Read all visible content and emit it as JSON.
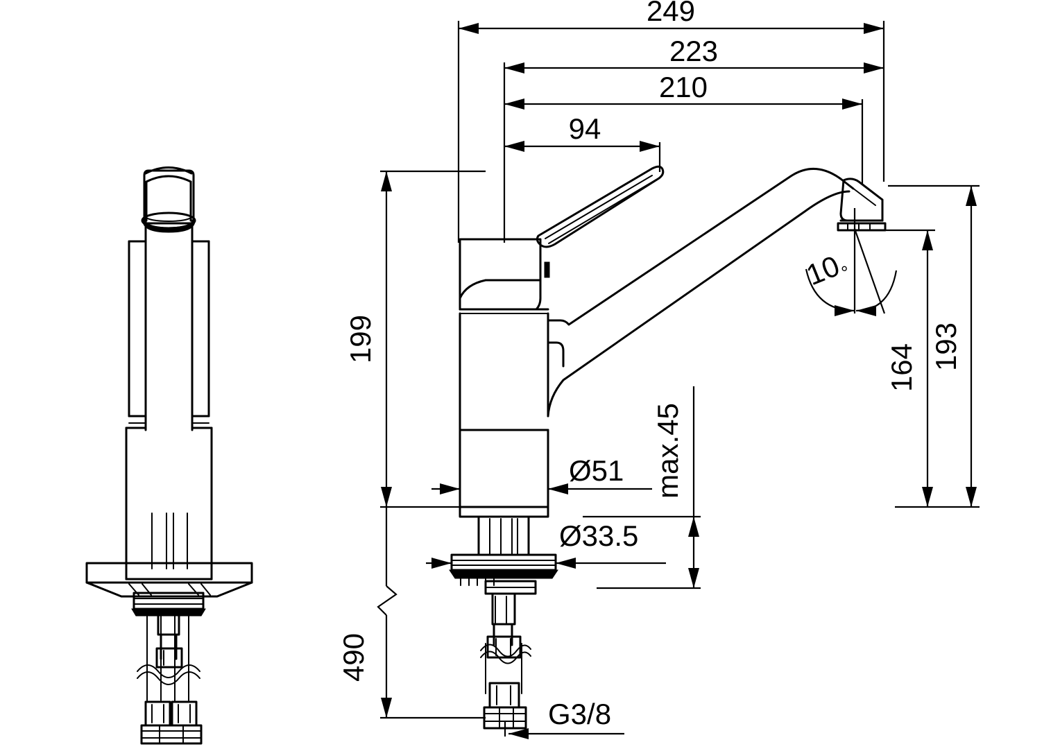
{
  "drawing": {
    "title": "Single-lever kitchen mixer tap dimensional drawing",
    "type": "technical-line-drawing",
    "units": "mm",
    "line_color": "#000000",
    "background_color": "#ffffff",
    "views": [
      {
        "name": "front-view",
        "position": "left"
      },
      {
        "name": "side-view",
        "position": "right"
      }
    ],
    "dimensions": {
      "horizontal": [
        {
          "id": "d249",
          "label": "249",
          "value": 249,
          "orientation": "horizontal"
        },
        {
          "id": "d223",
          "label": "223",
          "value": 223,
          "orientation": "horizontal"
        },
        {
          "id": "d210",
          "label": "210",
          "value": 210,
          "orientation": "horizontal"
        },
        {
          "id": "d94",
          "label": "94",
          "value": 94,
          "orientation": "horizontal"
        },
        {
          "id": "d51",
          "label": "Ø51",
          "value": 51,
          "orientation": "horizontal",
          "kind": "diameter"
        },
        {
          "id": "d335",
          "label": "Ø33.5",
          "value": 33.5,
          "orientation": "horizontal",
          "kind": "diameter"
        }
      ],
      "vertical": [
        {
          "id": "v199",
          "label": "199",
          "value": 199,
          "orientation": "vertical"
        },
        {
          "id": "v490",
          "label": "490",
          "value": 490,
          "orientation": "vertical",
          "has_break": true
        },
        {
          "id": "v164",
          "label": "164",
          "value": 164,
          "orientation": "vertical"
        },
        {
          "id": "v193",
          "label": "193",
          "value": 193,
          "orientation": "vertical"
        },
        {
          "id": "vmax45",
          "label": "max.45",
          "value": 45,
          "orientation": "vertical",
          "kind": "max"
        }
      ],
      "angular": [
        {
          "id": "a10",
          "label": "10",
          "degree_symbol": "°",
          "value": 10,
          "orientation": "angular"
        }
      ],
      "callouts": [
        {
          "id": "g38",
          "label": "G3/8",
          "kind": "thread-spec"
        }
      ]
    }
  }
}
